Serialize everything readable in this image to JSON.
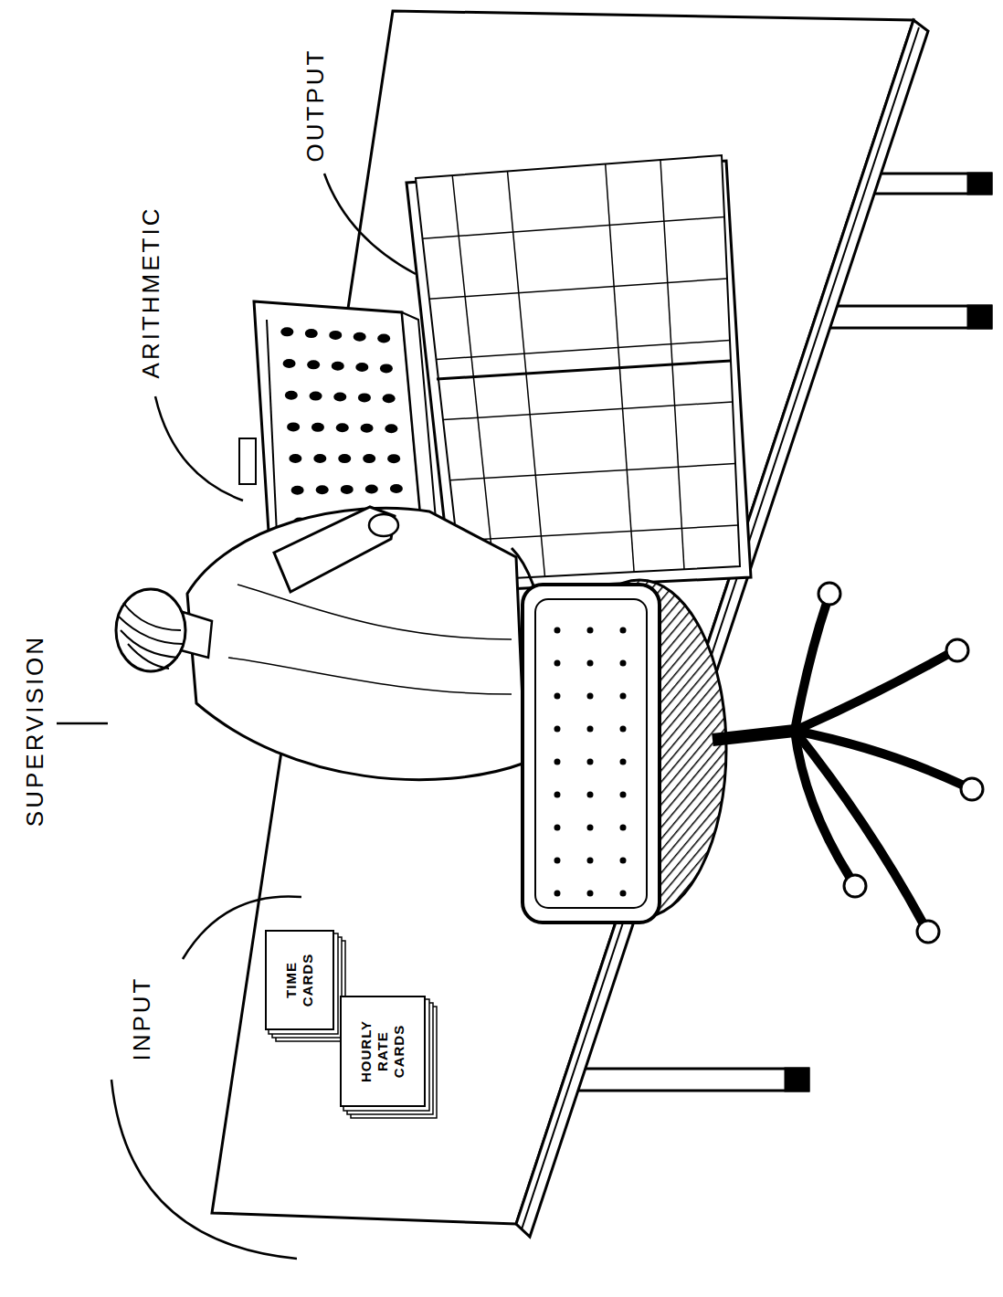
{
  "diagram": {
    "nodes": [
      {
        "text": [
          "TIME CARDS"
        ]
      },
      {
        "text": [
          "HOURLY RATE CARDS"
        ]
      }
    ],
    "labels": [
      "INPUT",
      "SUPERVISION",
      "ARITHMETIC",
      "OUTPUT"
    ]
  }
}
